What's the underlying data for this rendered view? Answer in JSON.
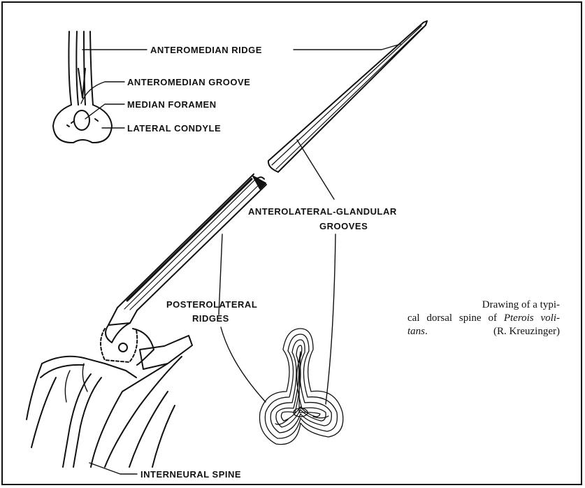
{
  "labels": {
    "anteromedian_ridge": "ANTEROMEDIAN RIDGE",
    "anteromedian_groove": "ANTEROMEDIAN GROOVE",
    "median_foramen": "MEDIAN FORAMEN",
    "lateral_condyle": "LATERAL CONDYLE",
    "anterolateral_glandular_1": "ANTEROLATERAL-GLANDULAR",
    "anterolateral_glandular_2": "GROOVES",
    "posterolateral_1": "POSTEROLATERAL",
    "posterolateral_2": "RIDGES",
    "interneural_spine": "INTERNEURAL SPINE"
  },
  "caption": {
    "line1": "Drawing of a typi-",
    "line2_plain": "cal dorsal spine of ",
    "line2_italic": "Pterois voli-",
    "line3_italic": "tans",
    "line3_plain": ".",
    "credit": "(R. Kreuzinger)"
  }
}
